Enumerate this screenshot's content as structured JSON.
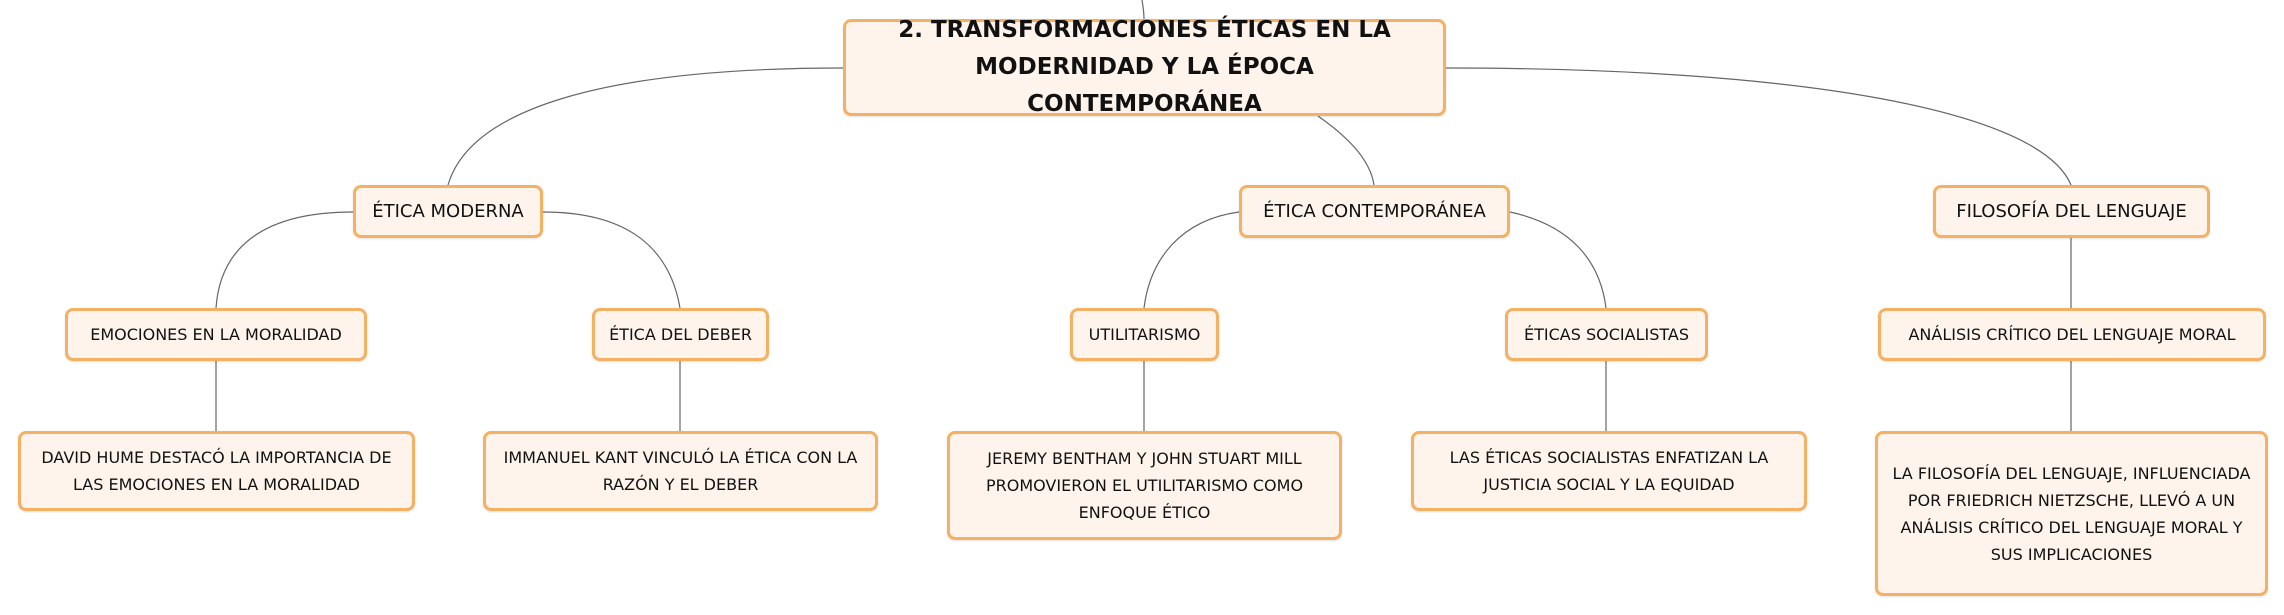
{
  "diagram": {
    "root": {
      "label": "2. TRANSFORMACIONES ÉTICAS EN LA MODERNIDAD Y LA ÉPOCA CONTEMPORÁNEA"
    },
    "branches": [
      {
        "label": "ÉTICA MODERNA",
        "children": [
          {
            "label": "EMOCIONES EN LA MORALIDAD",
            "detail": "DAVID HUME DESTACÓ LA IMPORTANCIA DE LAS EMOCIONES EN LA MORALIDAD"
          },
          {
            "label": "ÉTICA DEL DEBER",
            "detail": "IMMANUEL KANT VINCULÓ LA ÉTICA CON LA RAZÓN Y EL DEBER"
          }
        ]
      },
      {
        "label": "ÉTICA CONTEMPORÁNEA",
        "children": [
          {
            "label": "UTILITARISMO",
            "detail": "JEREMY BENTHAM Y JOHN STUART MILL PROMOVIERON EL UTILITARISMO COMO ENFOQUE ÉTICO"
          },
          {
            "label": "ÉTICAS SOCIALISTAS",
            "detail": "LAS ÉTICAS SOCIALISTAS ENFATIZAN LA JUSTICIA SOCIAL Y LA EQUIDAD"
          }
        ]
      },
      {
        "label": "FILOSOFÍA DEL LENGUAJE",
        "children": [
          {
            "label": "ANÁLISIS CRÍTICO DEL LENGUAJE MORAL",
            "detail": "LA FILOSOFÍA DEL LENGUAJE, INFLUENCIADA POR FRIEDRICH NIETZSCHE, LLEVÓ A UN ANÁLISIS CRÍTICO DEL LENGUAJE MORAL Y SUS IMPLICACIONES"
          }
        ]
      }
    ]
  },
  "colors": {
    "node_fill": "#fef4ec",
    "node_border": "#f4b163",
    "connector": "#666666",
    "text": "#111111"
  }
}
